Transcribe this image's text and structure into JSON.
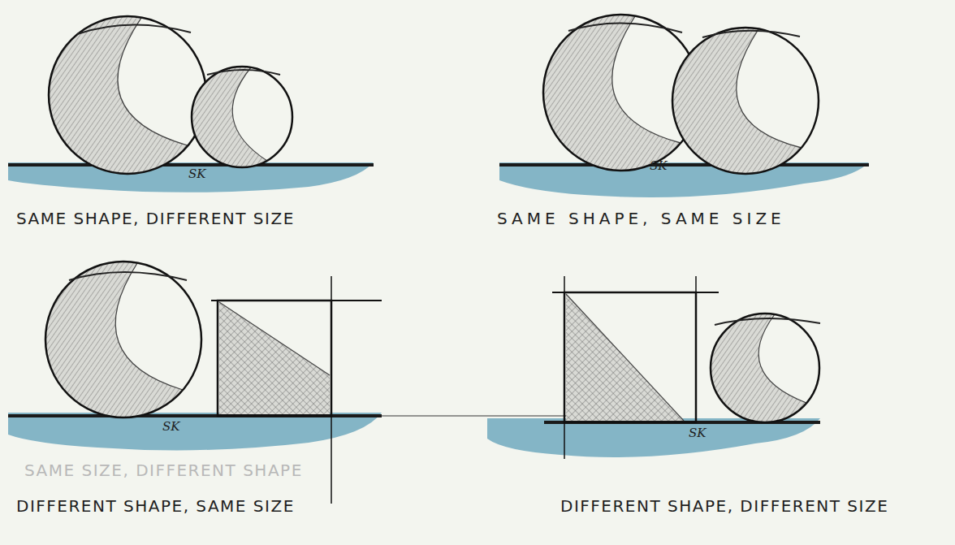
{
  "diagram": {
    "labels": [
      "SK",
      "SK",
      "SAME SHAPE, DIFFERENT SIZE",
      "SAME SHAPE, SAME SIZE",
      "SK",
      "SK",
      "SAME SIZE, DIFFERENT SHAPE",
      "DIFFERENT SHAPE, SAME SIZE",
      "DIFFERENT SHAPE, DIFFERENT SIZE"
    ]
  }
}
